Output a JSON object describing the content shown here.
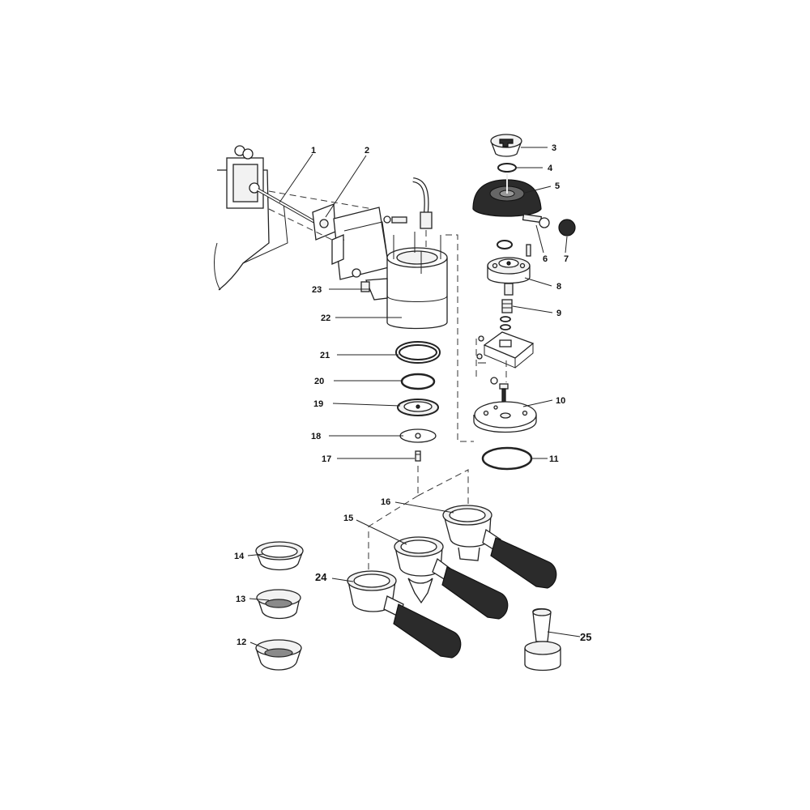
{
  "labels": {
    "p1": "1",
    "p2": "2",
    "p3": "3",
    "p4": "4",
    "p5": "5",
    "p6": "6",
    "p7": "7",
    "p8": "8",
    "p9": "9",
    "p10": "10",
    "p11": "11",
    "p12": "12",
    "p13": "13",
    "p14": "14",
    "p15": "15",
    "p16": "16",
    "p17": "17",
    "p18": "18",
    "p19": "19",
    "p20": "20",
    "p21": "21",
    "p22": "22",
    "p23": "23",
    "p24": "24",
    "p25": "25"
  },
  "colors": {
    "ink": "#222222",
    "rubber": "#2b2b2b",
    "metal": "#f2f2f2"
  }
}
